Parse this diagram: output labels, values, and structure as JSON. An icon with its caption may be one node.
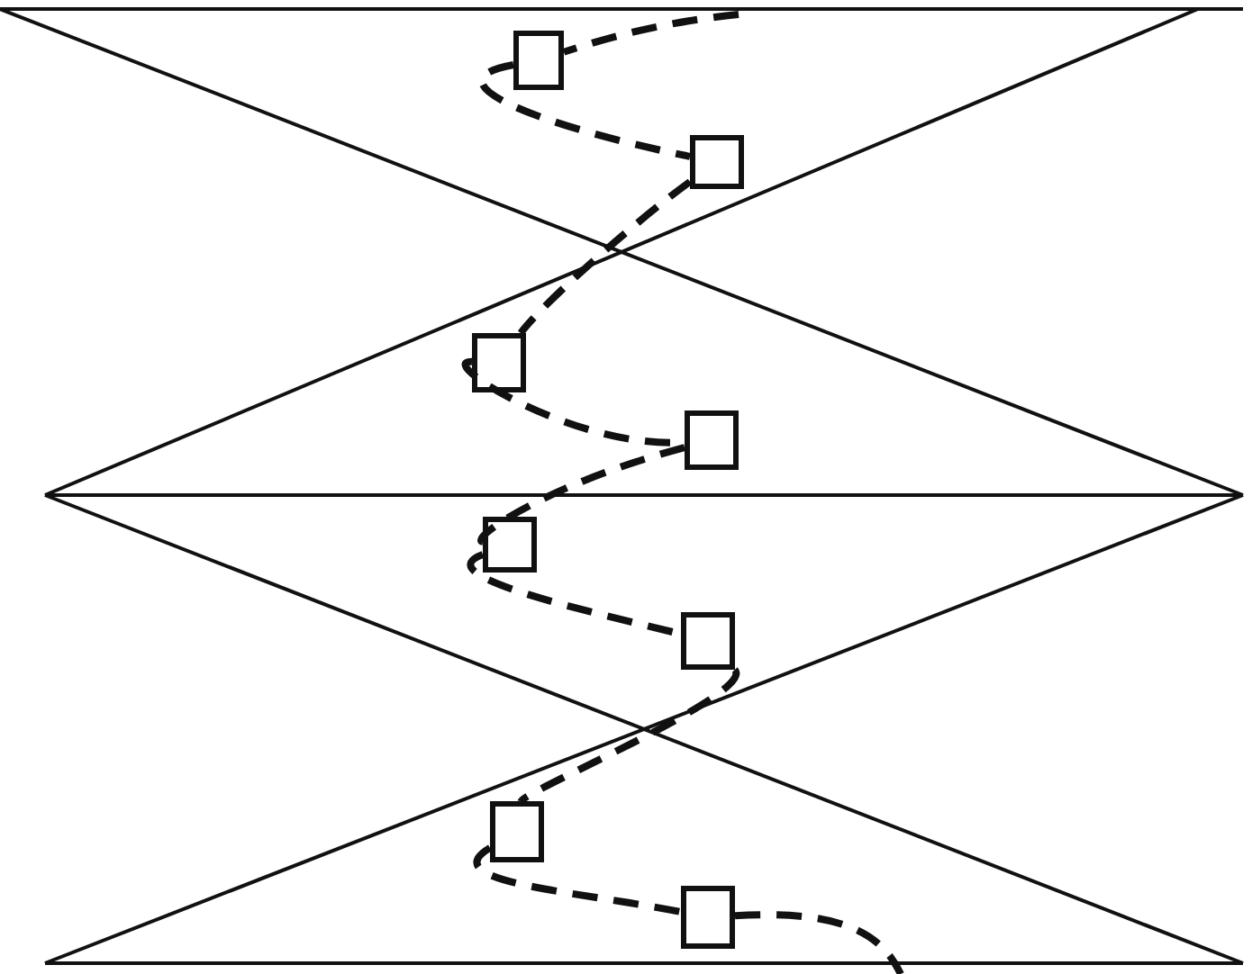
{
  "diagram": {
    "nodes": [
      {
        "text": [],
        "shape": "box"
      },
      {
        "text": [],
        "shape": "box"
      },
      {
        "text": [],
        "shape": "box"
      },
      {
        "text": [],
        "shape": "box"
      },
      {
        "text": [],
        "shape": "box"
      },
      {
        "text": [],
        "shape": "box"
      },
      {
        "text": [],
        "shape": "box"
      },
      {
        "text": [],
        "shape": "box"
      }
    ],
    "edges": [
      {
        "from": null,
        "to": 0,
        "arrow": "none",
        "style": "dashed"
      },
      {
        "from": 0,
        "to": 1,
        "arrow": "none",
        "style": "dashed"
      },
      {
        "from": 1,
        "to": 2,
        "arrow": "none",
        "style": "dashed"
      },
      {
        "from": 2,
        "to": 3,
        "arrow": "none",
        "style": "dashed"
      },
      {
        "from": 3,
        "to": 4,
        "arrow": "none",
        "style": "dashed"
      },
      {
        "from": 4,
        "to": 5,
        "arrow": "none",
        "style": "dashed"
      },
      {
        "from": 5,
        "to": 6,
        "arrow": "none",
        "style": "dashed"
      },
      {
        "from": 6,
        "to": 7,
        "arrow": "none",
        "style": "dashed"
      },
      {
        "from": 7,
        "to": null,
        "arrow": "none",
        "style": "dashed"
      }
    ]
  }
}
